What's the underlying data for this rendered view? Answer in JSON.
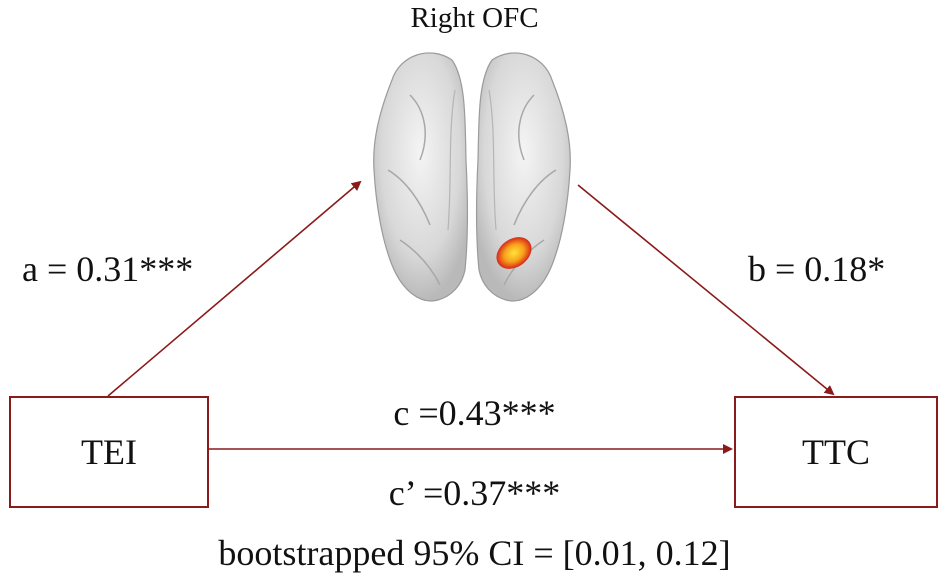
{
  "title": "Right OFC",
  "nodes": {
    "predictor": "TEI",
    "outcome": "TTC"
  },
  "paths": {
    "a": "a = 0.31***",
    "b": "b = 0.18*",
    "c": "c =0.43***",
    "c_prime": "c’ =0.37***"
  },
  "ci_text": "bootstrapped 95% CI = [0.01, 0.12]",
  "colors": {
    "arrow": "#8b1a1a",
    "brain": "#d9d9d9",
    "activation": "#e8401a"
  }
}
